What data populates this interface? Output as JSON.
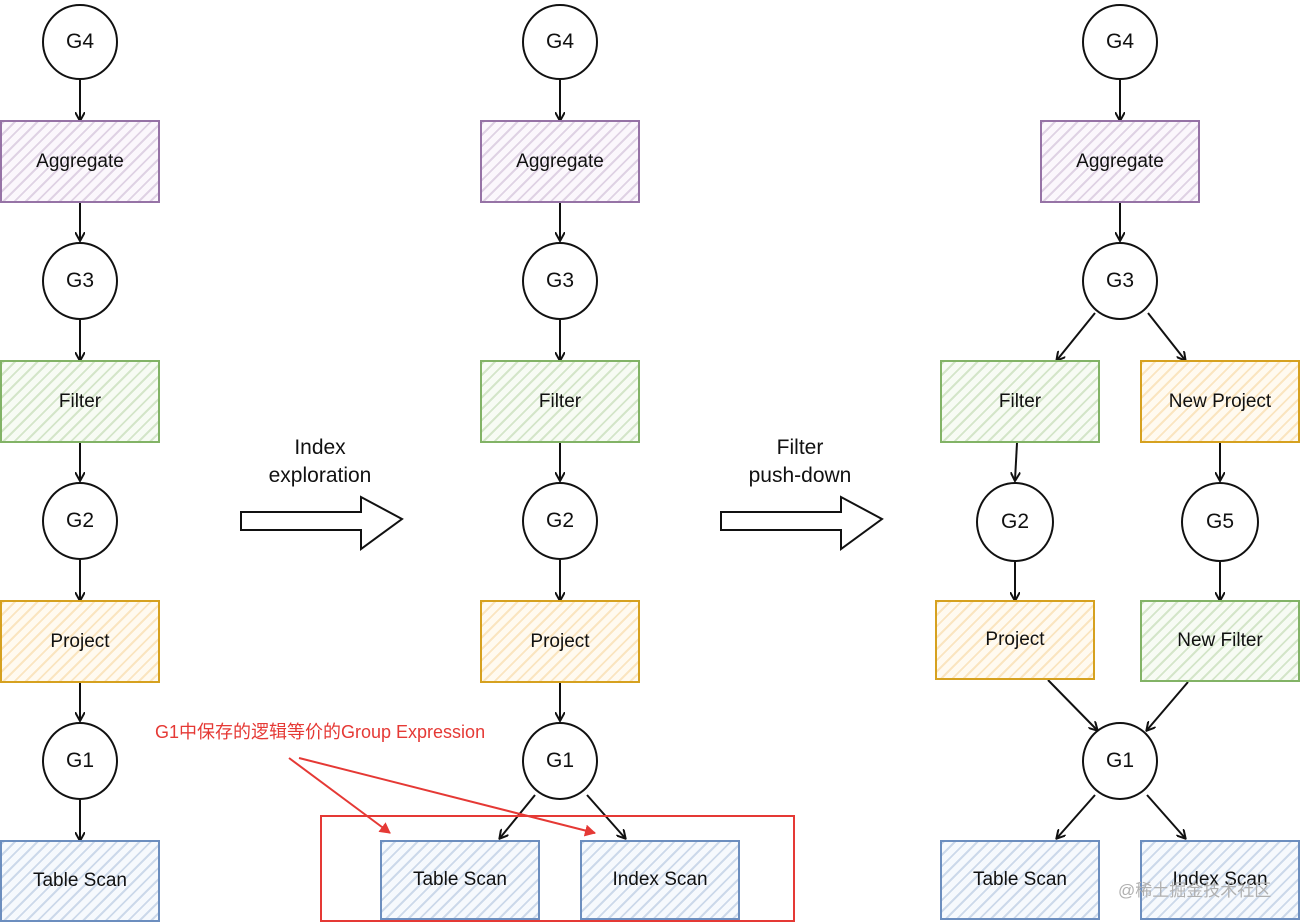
{
  "nodes": {
    "l_g4": "G4",
    "l_agg": "Aggregate",
    "l_g3": "G3",
    "l_filter": "Filter",
    "l_g2": "G2",
    "l_project": "Project",
    "l_g1": "G1",
    "l_tablescan": "Table Scan",
    "m_g4": "G4",
    "m_agg": "Aggregate",
    "m_g3": "G3",
    "m_filter": "Filter",
    "m_g2": "G2",
    "m_project": "Project",
    "m_g1": "G1",
    "m_tablescan": "Table Scan",
    "m_indexscan": "Index Scan",
    "r_g4": "G4",
    "r_agg": "Aggregate",
    "r_g3": "G3",
    "r_filter": "Filter",
    "r_newproject": "New Project",
    "r_g2": "G2",
    "r_g5": "G5",
    "r_project": "Project",
    "r_newfilter": "New Filter",
    "r_g1": "G1",
    "r_tablescan": "Table Scan",
    "r_indexscan": "Index Scan"
  },
  "steps": {
    "step1_line1": "Index",
    "step1_line2": "exploration",
    "step2_line1": "Filter",
    "step2_line2": "push-down"
  },
  "annotation": {
    "text": "G1中保存的逻辑等价的Group Expression"
  },
  "watermark": {
    "text": "@稀土掘金技术社区"
  },
  "colors": {
    "aggregate": "#9673a6",
    "filter": "#82b366",
    "project": "#d6a11f",
    "scan": "#6c8ebf",
    "annotation": "#e53935"
  }
}
